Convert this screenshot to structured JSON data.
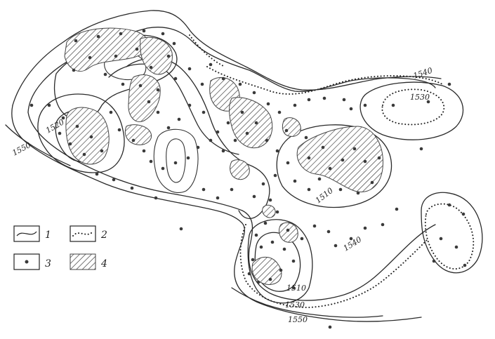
{
  "contour_labels": {
    "c1540_east": "1540",
    "c1530_east": "1530",
    "c1520_west": "1520",
    "c1550_west": "1550",
    "c1510_center": "1510",
    "c1540_south": "1540",
    "c1510_south": "1510",
    "c1530_south": "1530",
    "c1550_south": "1550"
  },
  "legend": {
    "items": [
      {
        "num": "1",
        "icon": "solid-contour-line-icon"
      },
      {
        "num": "2",
        "icon": "dotted-contour-line-icon"
      },
      {
        "num": "3",
        "icon": "well-point-icon"
      },
      {
        "num": "4",
        "icon": "hatched-area-icon"
      }
    ]
  }
}
